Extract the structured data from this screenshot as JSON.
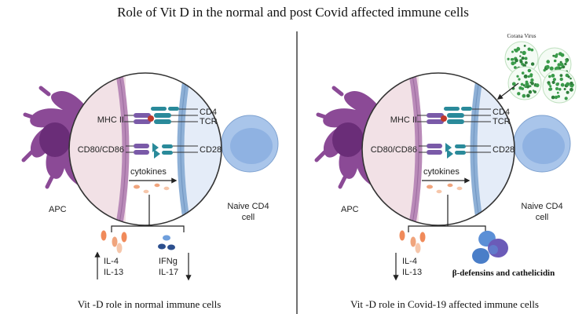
{
  "title": "Role of Vit D in the normal and post Covid affected immune cells",
  "colors": {
    "apc": "#8b4a96",
    "apc_dark": "#6d2f7b",
    "apc_nucleus": "#7a3b88",
    "apc_side_fill": "#f2e1e6",
    "apc_membrane": "#b98ab8",
    "tcell_side_fill": "#e4ecf8",
    "tcell_membrane": "#8eb0d6",
    "naive_cell": "#a9c5ea",
    "naive_nucleus": "#7fa6dc",
    "receptor_teal": "#2a8a9a",
    "receptor_purple": "#7a5aa8",
    "cytokine": "#f0a47c",
    "cytokine_light": "#f6c6aa",
    "ifng": "#3a63a8",
    "virus": "#3a9b4a",
    "defensin_blue": "#5b8fd6",
    "defensin_purple": "#6b5bb8",
    "divider": "#333333"
  },
  "left_panel": {
    "apc_label": "APC",
    "mhc_label": "MHC II",
    "cd80_label": "CD80/CD86",
    "cd4_label": "CD4",
    "tcr_label": "TCR",
    "cd28_label": "CD28",
    "cytokines_label": "cytokines",
    "naive_label_line1": "Naive CD4",
    "naive_label_line2": "cell",
    "il4_label": "IL-4",
    "il13_label": "IL-13",
    "ifng_label": "IFNg",
    "il17_label": "IL-17",
    "caption": "Vit -D role in normal immune cells"
  },
  "right_panel": {
    "apc_label": "APC",
    "mhc_label": "MHC II",
    "cd80_label": "CD80/CD86",
    "cd4_label": "CD4",
    "tcr_label": "TCR",
    "cd28_label": "CD28",
    "cytokines_label": "cytokines",
    "naive_label_line1": "Naive CD4",
    "naive_label_line2": "cell",
    "il4_label": "IL-4",
    "il13_label": "IL-13",
    "virus_label": "Corana Virus",
    "defensin_label": "β-defensins and cathelicidin",
    "caption": "Vit -D role in Covid-19 affected immune cells"
  }
}
